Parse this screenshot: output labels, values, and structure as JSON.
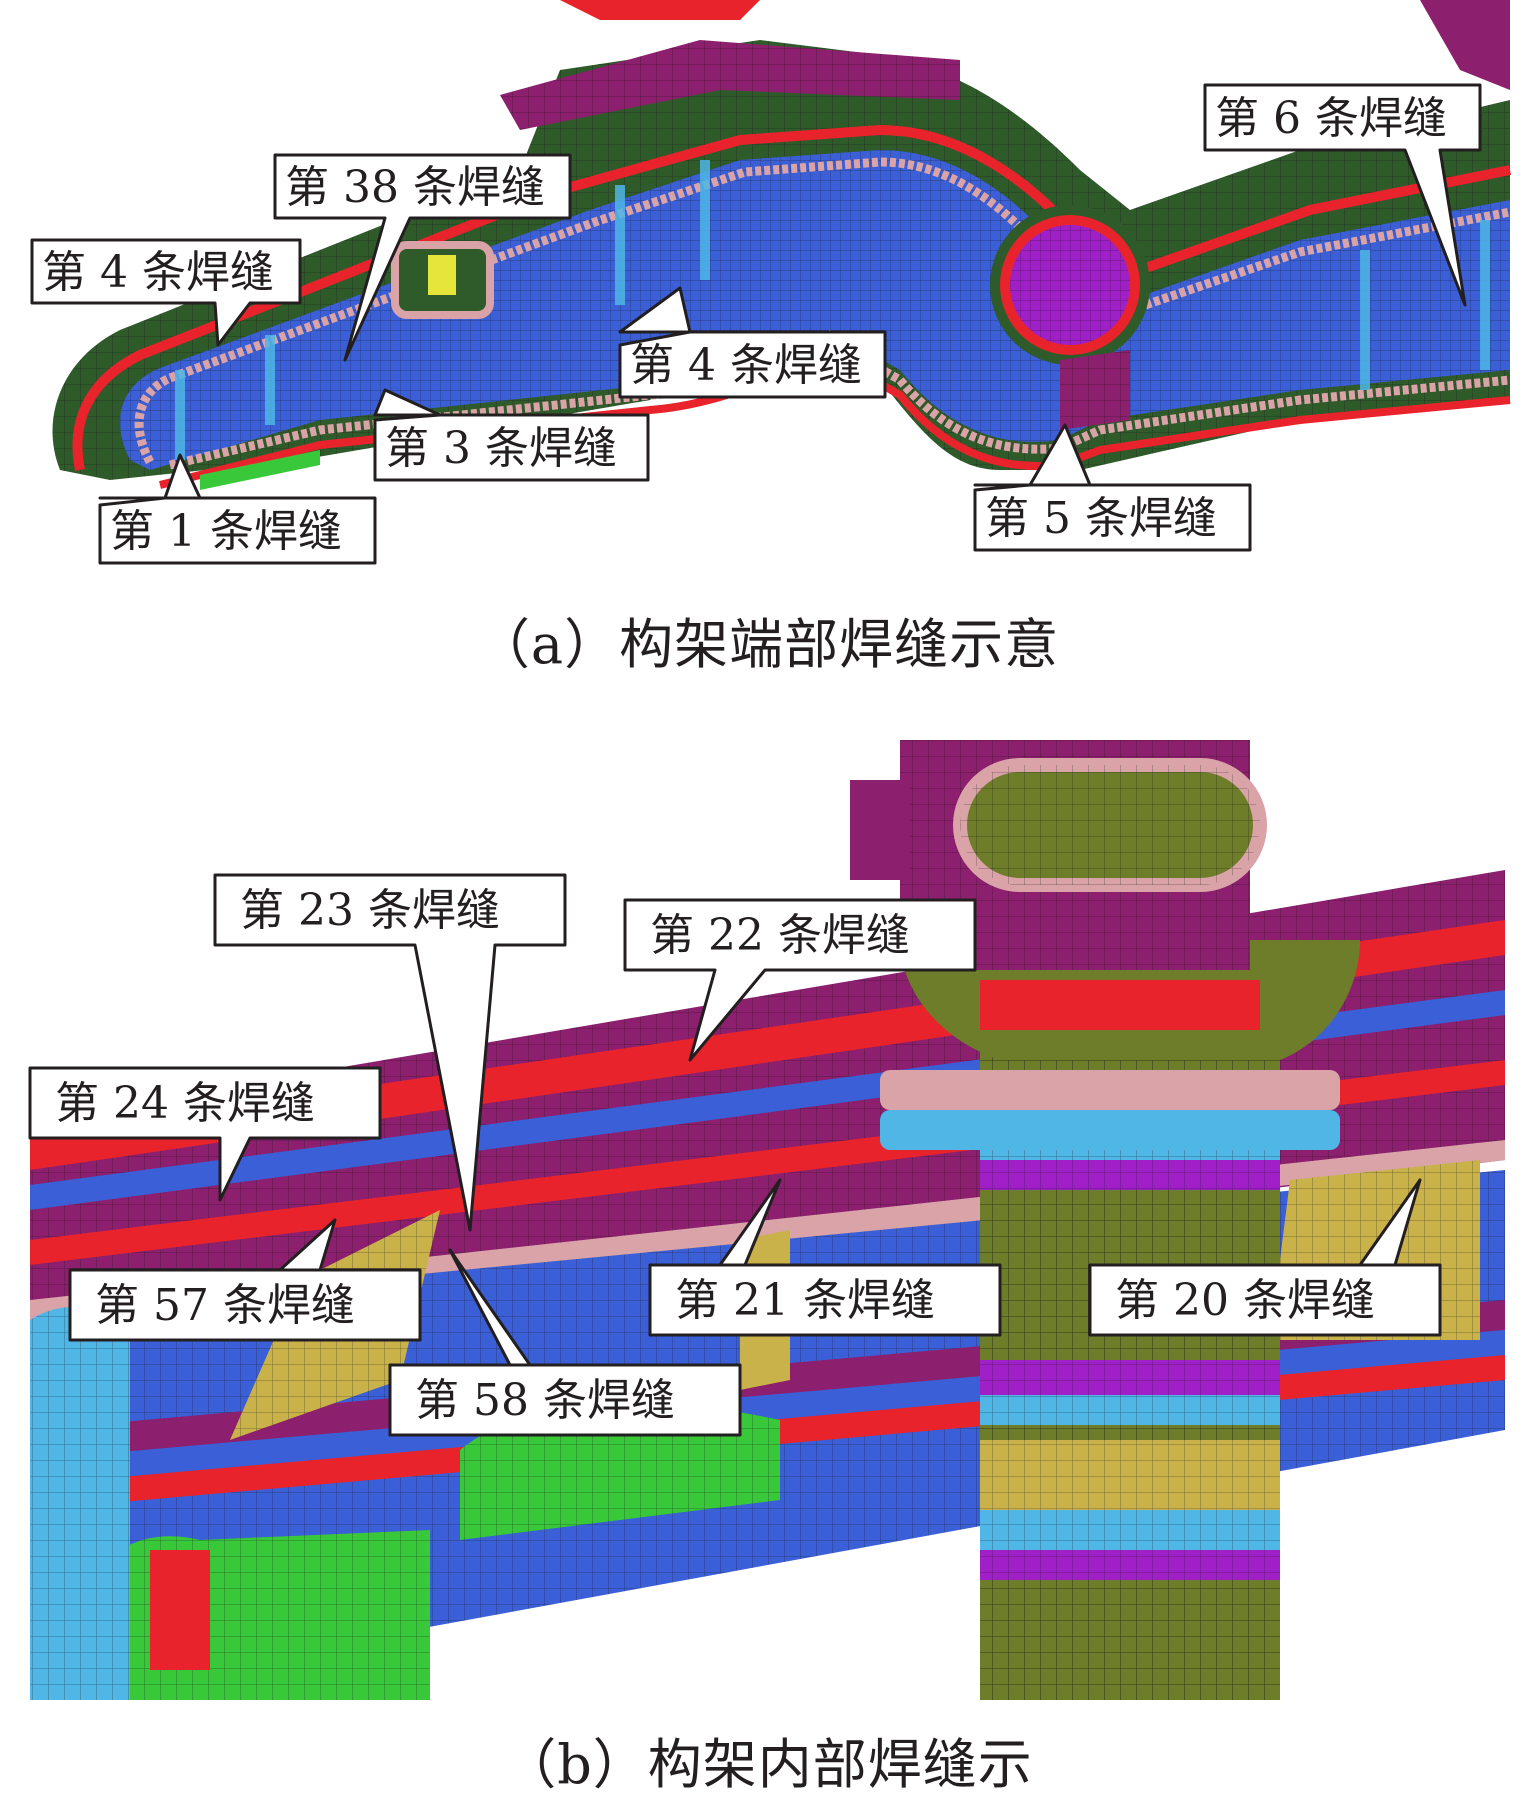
{
  "panel_a": {
    "caption": "（a）构架端部焊缝示意",
    "labels": {
      "w38": "第 38 条焊缝",
      "w4_left": "第 4 条焊缝",
      "w4_mid": "第 4 条焊缝",
      "w3": "第 3 条焊缝",
      "w1": "第 1 条焊缝",
      "w5": "第 5 条焊缝",
      "w6": "第 6 条焊缝"
    }
  },
  "panel_b": {
    "caption": "（b）构架内部焊缝示",
    "labels": {
      "w23": "第 23 条焊缝",
      "w22": "第 22 条焊缝",
      "w24": "第 24 条焊缝",
      "w57": "第 57 条焊缝",
      "w58": "第 58 条焊缝",
      "w21": "第 21 条焊缝",
      "w20": "第 20 条焊缝"
    }
  },
  "colors": {
    "mesh_blue": "#3b5fd6",
    "mesh_green": "#2f5a2a",
    "mesh_red": "#e8232c",
    "mesh_purple": "#8c1f6e",
    "mesh_magenta": "#a020c8",
    "mesh_pink": "#d9a3a8",
    "mesh_olive": "#6e7d2a",
    "mesh_tan": "#c9b24a",
    "mesh_cyan": "#4fb6e6",
    "bright_green": "#39c83a",
    "yellow": "#e6e63a"
  }
}
